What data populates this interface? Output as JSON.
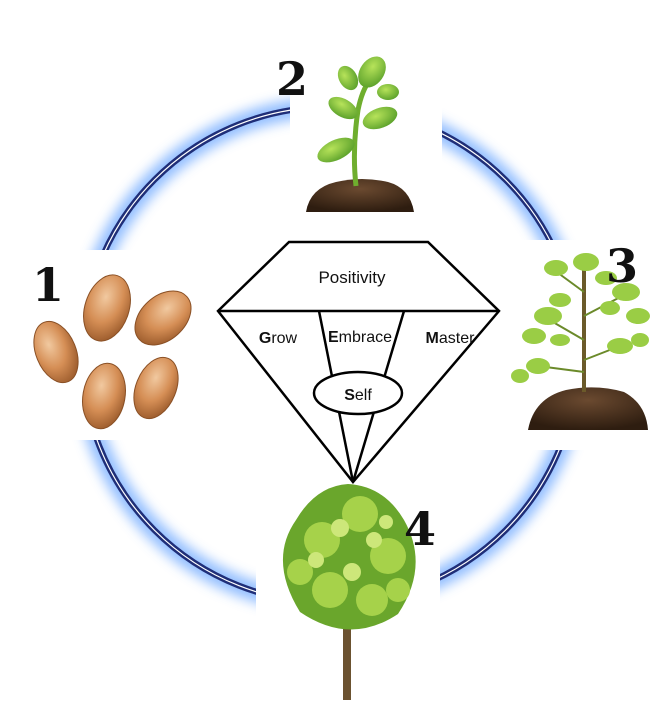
{
  "stages": [
    {
      "number": "1",
      "image": "seeds"
    },
    {
      "number": "2",
      "image": "sprout"
    },
    {
      "number": "3",
      "image": "sapling"
    },
    {
      "number": "4",
      "image": "tree"
    }
  ],
  "diamond": {
    "top_label": "Positivity",
    "facets": [
      {
        "initial": "G",
        "rest": "row"
      },
      {
        "initial": "E",
        "rest": "mbrace"
      },
      {
        "initial": "M",
        "rest": "aster"
      }
    ],
    "center": {
      "initial": "S",
      "rest": "elf"
    }
  },
  "colors": {
    "ring": "#1f2e78",
    "ring_glow": "#7fb2ff",
    "outline": "#000000",
    "number": "#111111"
  }
}
